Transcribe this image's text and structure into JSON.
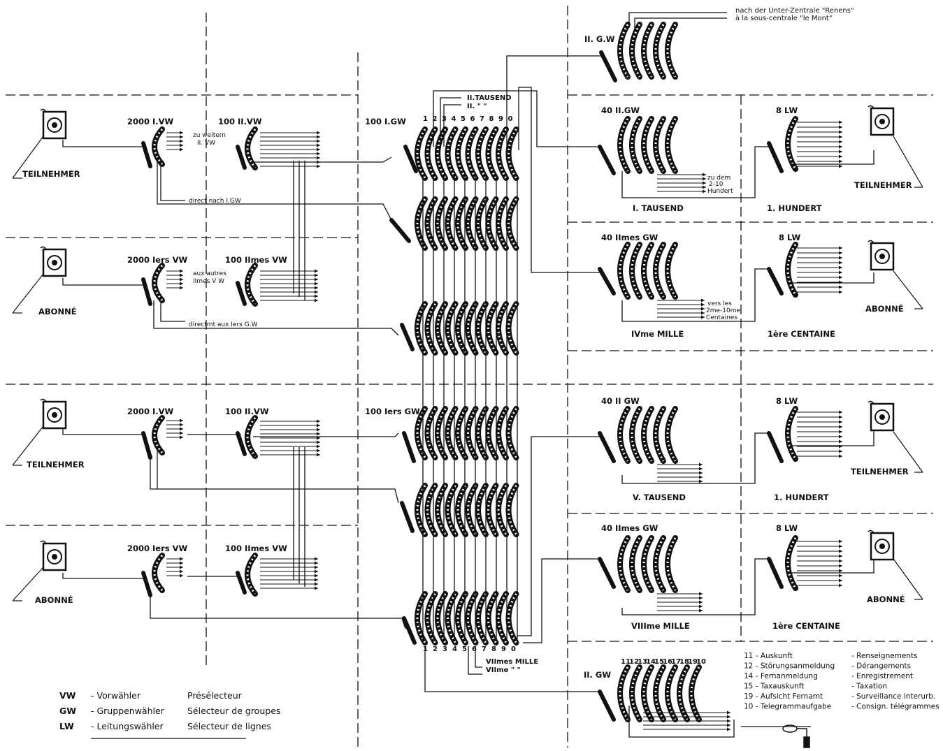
{
  "colors": {
    "ink": "#111111",
    "paper": "#ffffff"
  },
  "left": {
    "teilnehmer_top": "TEILNEHMER",
    "abonne_top": "ABONNÉ",
    "teilnehmer_bottom": "TEILNEHMER",
    "abonne_bottom": "ABONNÉ",
    "vw1_de": "2000 I.VW",
    "vw2_de": "100 II.VW",
    "vw1_fr": "2000 Iers VW",
    "vw2_fr": "100 IImes VW",
    "vw1_de_b": "2000 I.VW",
    "vw2_de_b": "100 II.VW",
    "vw1_fr_b": "2000 Iers VW",
    "vw2_fr_b": "100 IImes VW",
    "zu_weitern_1": "zu weitern",
    "zu_weitern_2": "II. VW",
    "aux_autres_1": "aux autres",
    "aux_autres_2": "IImes V W",
    "direct_de": "direct nach I.GW",
    "direct_fr": "directmt aux Iers G.W"
  },
  "middle": {
    "gw1_top": "100 I.GW",
    "gw1_bottom": "100 Iers GW",
    "bank_numbers_top": [
      "1",
      "2",
      "3",
      "4",
      "5",
      "6",
      "7",
      "8",
      "9",
      "0"
    ],
    "bank_numbers_bottom": [
      "1",
      "2",
      "3",
      "4",
      "5",
      "6",
      "7",
      "8",
      "9",
      "0"
    ],
    "tausend_1": "II.TAUSEND",
    "tausend_2": "II.  \"   \"",
    "mille_1": "VIImes MILLE",
    "mille_2": "VIIme  \"  \""
  },
  "right": {
    "unter_zentrale_1": "nach der Unter-Zentrale \"Renens\"",
    "unter_zentrale_2": "à la sous-centrale \"le Mont\"",
    "gw2_top": "II. G.W",
    "gw_40_1": "40 II.GW",
    "gw_40_2": "40 IImes GW",
    "gw_40_3": "40 II GW",
    "gw_40_4": "40 IImes GW",
    "lw": "8 LW",
    "zu_dem_1": "zu dem",
    "zu_dem_2": "2-10",
    "zu_dem_3": "Hundert",
    "vers_1": "vers les",
    "vers_2": "2me-10me",
    "vers_3": "Centaines",
    "tausend_I": "I. TAUSEND",
    "hundert_1": "1. HUNDERT",
    "mille_IV": "IVme MILLE",
    "centaine_1": "1ère CENTAINE",
    "tausend_V": "V. TAUSEND",
    "hundert_2": "1. HUNDERT",
    "mille_VIII": "VIIIme MILLE",
    "centaine_2": "1ère CENTAINE",
    "teilnehmer_r1": "TEILNEHMER",
    "abonne_r1": "ABONNÉ",
    "teilnehmer_r2": "TEILNEHMER",
    "abonne_r2": "ABONNÉ",
    "gw2_bottom": "II. GW",
    "service_numbers": [
      "11",
      "12",
      "13",
      "14",
      "15",
      "16",
      "17",
      "18",
      "19",
      "10"
    ]
  },
  "services": [
    {
      "num": "11",
      "de": "Auskunft",
      "fr": "Renseignements"
    },
    {
      "num": "12",
      "de": "Störungsanmeldung",
      "fr": "Dérangements"
    },
    {
      "num": "14",
      "de": "Fernanmeldung",
      "fr": "Enregistrement"
    },
    {
      "num": "15",
      "de": "Taxauskunft",
      "fr": "Taxation"
    },
    {
      "num": "19",
      "de": "Aufsicht Fernamt",
      "fr": "Surveillance interurb."
    },
    {
      "num": "10",
      "de": "Telegrammaufgabe",
      "fr": "Consign. télégrammes"
    }
  ],
  "legend": [
    {
      "abbr": "VW",
      "de": "Vorwähler",
      "fr": "Présélecteur"
    },
    {
      "abbr": "GW",
      "de": "Gruppenwähler",
      "fr": "Sélecteur de groupes"
    },
    {
      "abbr": "LW",
      "de": "Leitungswähler",
      "fr": "Sélecteur de lignes"
    }
  ]
}
